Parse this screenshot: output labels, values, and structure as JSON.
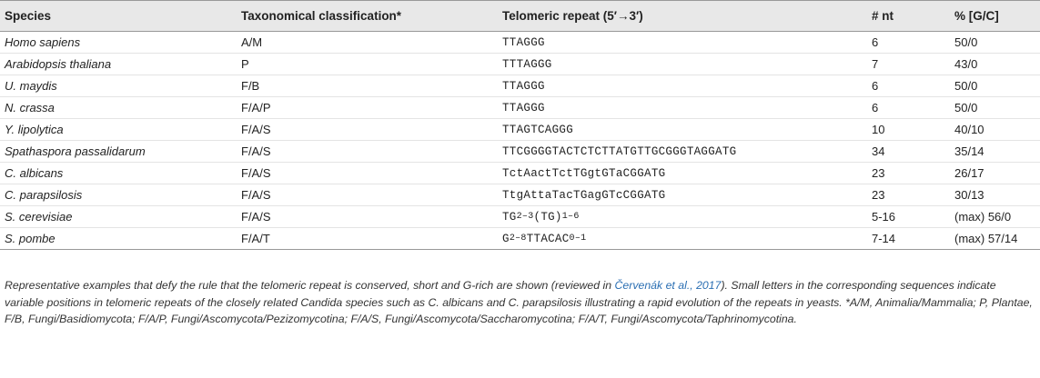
{
  "headers": {
    "species": "Species",
    "taxonomy": "Taxonomical classification*",
    "repeat": "Telomeric repeat (5′→3′)",
    "nt": "# nt",
    "gc": "% [G/C]"
  },
  "rows": [
    {
      "species": "Homo sapiens",
      "taxonomy": "A/M",
      "repeat": "TTAGGG",
      "nt": "6",
      "gc": "50/0"
    },
    {
      "species": "Arabidopsis thaliana",
      "taxonomy": "P",
      "repeat": "TTTAGGG",
      "nt": "7",
      "gc": "43/0"
    },
    {
      "species": "U. maydis",
      "taxonomy": "F/B",
      "repeat": "TTAGGG",
      "nt": "6",
      "gc": "50/0"
    },
    {
      "species": "N. crassa",
      "taxonomy": "F/A/P",
      "repeat": "TTAGGG",
      "nt": "6",
      "gc": "50/0"
    },
    {
      "species": "Y. lipolytica",
      "taxonomy": "F/A/S",
      "repeat": "TTAGTCAGGG",
      "nt": "10",
      "gc": "40/10"
    },
    {
      "species": "Spathaspora passalidarum",
      "taxonomy": "F/A/S",
      "repeat": "TTCGGGGTACTCTCTTATGTTGCGGGTAGGATG",
      "nt": "34",
      "gc": "35/14"
    },
    {
      "species": "C. albicans",
      "taxonomy": "F/A/S",
      "repeat": "TctAactTctTGgtGTaCGGATG",
      "nt": "23",
      "gc": "26/17"
    },
    {
      "species": "C. parapsilosis",
      "taxonomy": "F/A/S",
      "repeat": "TtgAttaTacTGagGTcCGGATG",
      "nt": "23",
      "gc": "30/13"
    },
    {
      "species": "S. cerevisiae",
      "taxonomy": "F/A/S",
      "repeat_parts": [
        "TG",
        "2–3",
        "(TG)",
        "1–6"
      ],
      "nt": "5-16",
      "gc": "(max) 56/0"
    },
    {
      "species": "S. pombe",
      "taxonomy": "F/A/T",
      "repeat_parts": [
        "G",
        "2–8",
        "TTACAC",
        "0–1"
      ],
      "nt": "7-14",
      "gc": "(max) 57/14"
    }
  ],
  "caption": {
    "part1": "Representative examples that defy the rule that the telomeric repeat is conserved, short and G-rich are shown (reviewed in ",
    "link": "Červenák et al., 2017",
    "part2": "). Small letters in the corresponding sequences indicate variable positions in telomeric repeats of the closely related Candida species such as C. albicans and C. parapsilosis illustrating a rapid evolution of the repeats in yeasts. *A/M, Animalia/Mammalia; P, Plantae, F/B, Fungi/Basidiomycota; F/A/P, Fungi/Ascomycota/Pezizomycotina; F/A/S, Fungi/Ascomycota/Saccharomycotina; F/A/T, Fungi/Ascomycota/Taphrinomycotina."
  },
  "colors": {
    "header_bg": "#e8e8e8",
    "link": "#2b6fb3"
  }
}
